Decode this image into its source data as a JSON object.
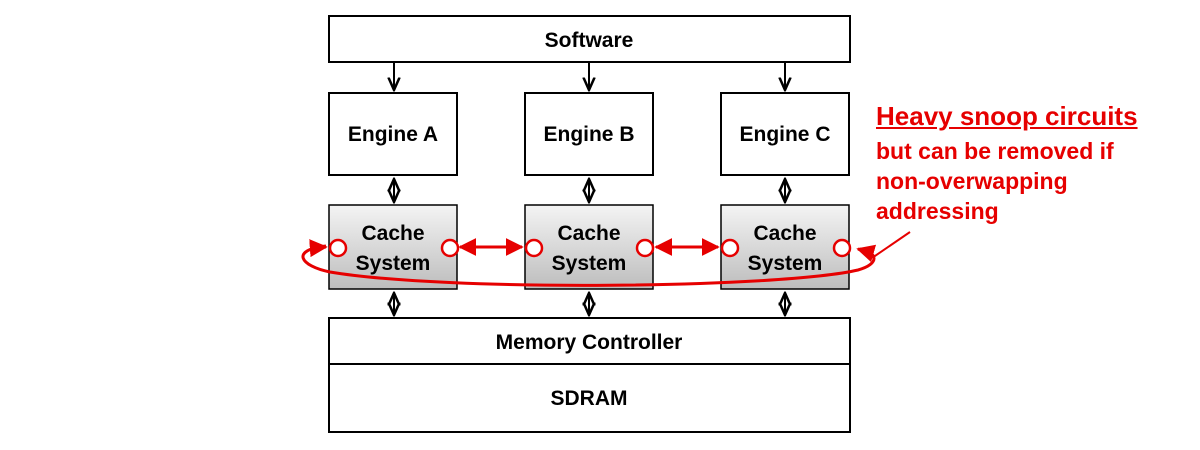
{
  "software": "Software",
  "engines": [
    "Engine A",
    "Engine B",
    "Engine C"
  ],
  "cache": {
    "line1": "Cache",
    "line2": "System"
  },
  "memory_controller": "Memory Controller",
  "sdram": "SDRAM",
  "annotation": {
    "title": "Heavy snoop circuits",
    "body": "but can be removed if\nnon-overwapping\naddressing"
  },
  "colors": {
    "accent": "#e60000",
    "stroke": "#000000",
    "cache_fill_top": "#f2f2f2",
    "cache_fill_bottom": "#bfbfbf"
  }
}
